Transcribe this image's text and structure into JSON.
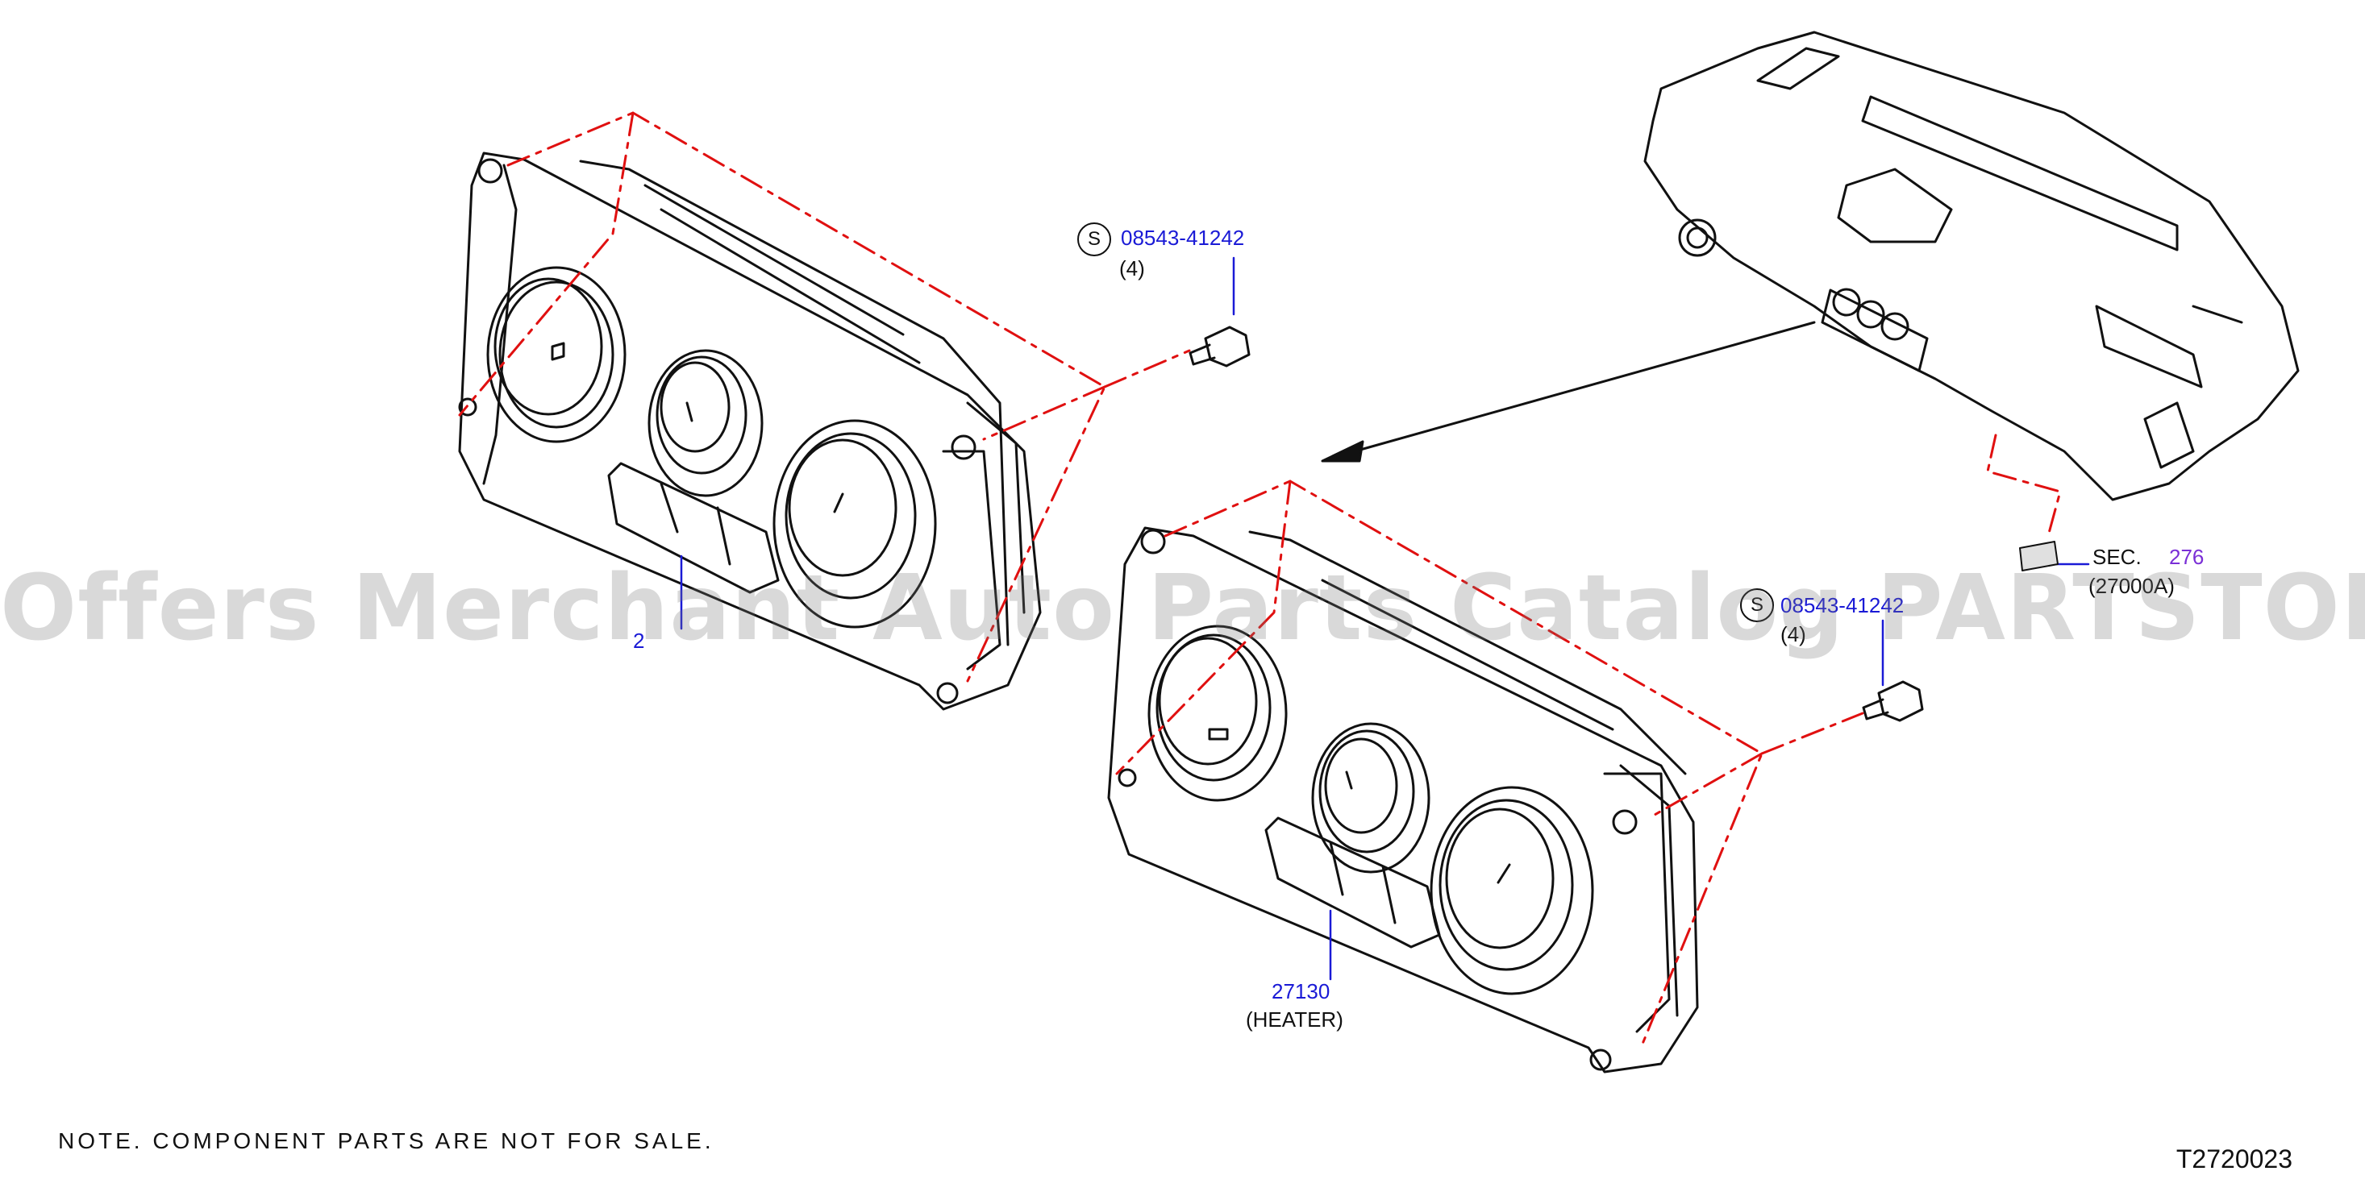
{
  "labels": {
    "upper_bolt_part": "08543-41242",
    "upper_bolt_qty": "(4)",
    "upper_bolt_s": "S",
    "upper_unit_part": "2",
    "lower_bolt_part": "08543-41242",
    "lower_bolt_qty": "(4)",
    "lower_bolt_s": "S",
    "lower_unit_part": "27130",
    "lower_unit_desc": "(HEATER)",
    "sec_prefix": "SEC.",
    "sec_number": "276",
    "sec_sub": "(27000A)"
  },
  "note": "NOTE.  COMPONENT  PARTS  ARE  NOT  FOR  SALE.",
  "diagram_code": "T2720023",
  "watermark": "Offers Merchant Auto Parts Catalog PARTSTORE.SA",
  "colors": {
    "line": "#111111",
    "phantom": "#e01010",
    "leader": "#1a1ad6",
    "part_number": "#1a1ad6",
    "section_ref": "#7a2fd6"
  }
}
